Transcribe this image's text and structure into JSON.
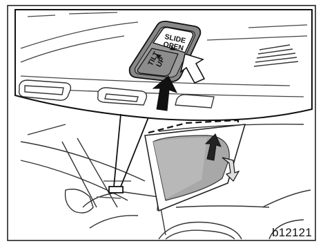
{
  "switch": {
    "slide_open_line1": "SLIDE",
    "slide_open_line2": "OPEN",
    "tilt_up_line1": "TILT",
    "tilt_up_line2": "UP"
  },
  "figure_id": "b12121"
}
